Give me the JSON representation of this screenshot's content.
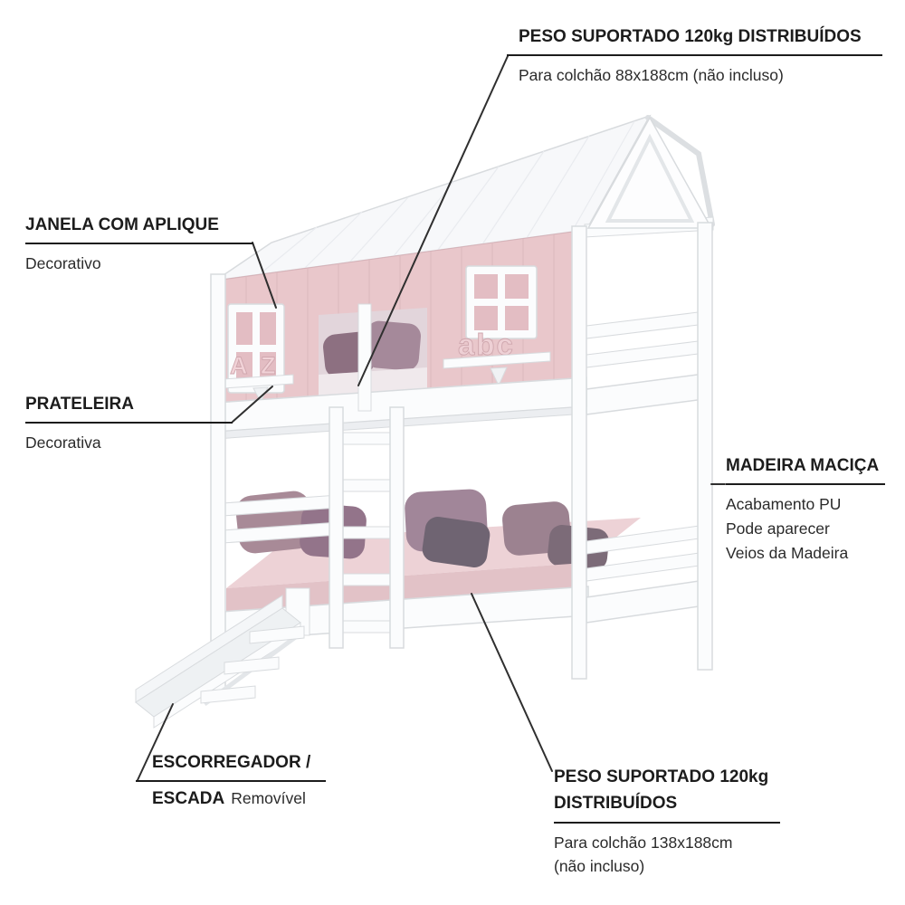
{
  "figure": {
    "type": "product-callout-diagram",
    "colors": {
      "background": "#ffffff",
      "wall_pink": "#e9c7cb",
      "frame_white": "#fbfcfd",
      "mattress_pink": "#edd2d6",
      "pillow_mauve": "#a18699",
      "leader_line": "#2f2f2f",
      "text": "#1c1c1c"
    }
  },
  "callouts": {
    "peso_superior": {
      "title": "PESO SUPORTADO 120kg DISTRIBUÍDOS",
      "subtitle": "Para colchão 88x188cm (não incluso)"
    },
    "janela": {
      "title": "JANELA COM APLIQUE",
      "subtitle": "Decorativo"
    },
    "prateleira": {
      "title": "PRATELEIRA",
      "subtitle": "Decorativa"
    },
    "madeira": {
      "title": "MADEIRA MACIÇA",
      "lines": [
        "Acabamento PU",
        "Pode aparecer",
        "Veios da Madeira"
      ]
    },
    "escorregador": {
      "title_line1": "ESCORREGADOR /",
      "title_line2_bold": "ESCADA",
      "title_line2_suffix": "Removível"
    },
    "peso_inferior": {
      "title_line1": "PESO SUPORTADO 120kg",
      "title_line2": "DISTRIBUÍDOS",
      "subtitle_line1": "Para colchão 138x188cm",
      "subtitle_line2": "(não incluso)"
    }
  },
  "decor": {
    "left_shelf_letters": "A Z",
    "right_shelf_letters": "abc"
  }
}
